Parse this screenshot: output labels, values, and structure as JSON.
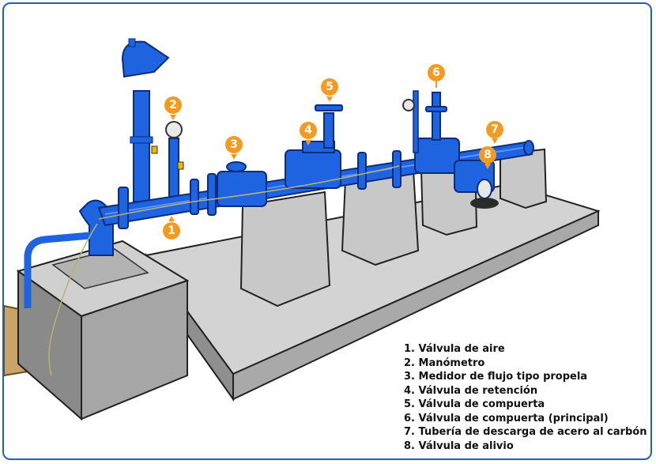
{
  "accent_color": "#f39a21",
  "pipe_color": "#1e63e0",
  "border_color": "#1f5fbf",
  "callouts": [
    "1",
    "2",
    "3",
    "4",
    "5",
    "6",
    "7",
    "8"
  ],
  "legend": [
    "1. Válvula de aire",
    "2. Manómetro",
    "3. Medidor de flujo tipo propela",
    "4. Válvula de retención",
    "5. Válvula de compuerta",
    "6. Válvula de compuerta (principal)",
    "7. Tubería de descarga de acero al carbón",
    "8. Válvula de alivio"
  ]
}
